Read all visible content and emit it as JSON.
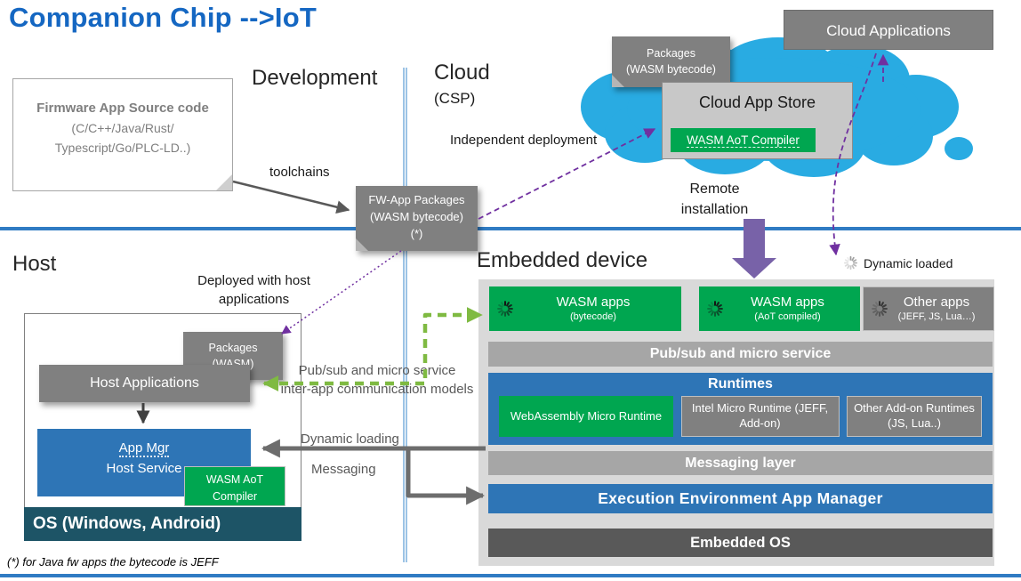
{
  "title": "Companion Chip -->IoT",
  "footnote": "(*) for Java fw apps the bytecode is JEFF",
  "colors": {
    "title_blue": "#1567C2",
    "accent_blue": "#2E75B6",
    "green": "#00A650",
    "gray": "#808080",
    "bar_gray": "#A6A6A6",
    "dark_gray": "#595959",
    "panel_gray": "#D9D9D9",
    "os_teal": "#1D5466",
    "cloud_cyan": "#29ABE2",
    "purple_dash": "#7030A0",
    "purple_block": "#7862A8",
    "green_dash": "#7FBA42"
  },
  "section_labels": {
    "development": "Development",
    "cloud": "Cloud",
    "csp": "(CSP)",
    "host": "Host",
    "embedded_device": "Embedded device"
  },
  "development": {
    "firmware_title": "Firmware App Source code",
    "firmware_langs": "(C/C++/Java/Rust/\nTypescript/Go/PLC-LD..)",
    "toolchains": "toolchains",
    "fw_packages": "FW-App Packages\n(WASM bytecode)\n(*)"
  },
  "cloud": {
    "packages_note": "Packages\n(WASM bytecode)",
    "independent_deployment": "Independent deployment",
    "cloud_applications": "Cloud Applications",
    "app_store_title": "Cloud App Store",
    "aot_compiler": "WASM AoT Compiler",
    "remote_installation": "Remote\ninstallation"
  },
  "host": {
    "deployed_note": "Deployed with host\napplications",
    "packages_note": "Packages\n(WASM)",
    "host_applications": "Host Applications",
    "app_mgr_line1": "App Mgr",
    "app_mgr_line2": "Host Service",
    "wasm_compiler": "WASM AoT\nCompiler",
    "os_bar": "OS (Windows, Android)",
    "pubsub_models": "Pub/sub and micro service\ninter-app communication models",
    "dynamic_loading": "Dynamic loading",
    "messaging": "Messaging"
  },
  "embedded": {
    "dynamic_loaded": "Dynamic loaded",
    "apps": [
      {
        "title": "WASM apps",
        "subtitle": "(bytecode)"
      },
      {
        "title": "WASM apps",
        "subtitle": "(AoT compiled)"
      },
      {
        "title": "Other apps",
        "subtitle": "(JEFF, JS, Lua…)"
      }
    ],
    "pubsub_bar": "Pub/sub and micro service",
    "runtimes_title": "Runtimes",
    "runtimes": [
      {
        "label": "WebAssembly Micro Runtime"
      },
      {
        "label": "Intel Micro Runtime (JEFF, Add-on)"
      },
      {
        "label": "Other Add-on Runtimes (JS, Lua..)"
      }
    ],
    "messaging_bar": "Messaging layer",
    "execution_bar": "Execution Environment App Manager",
    "os_bar": "Embedded OS"
  },
  "icons": {
    "spinner": "loading-spinner"
  }
}
